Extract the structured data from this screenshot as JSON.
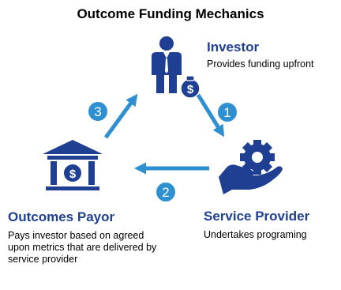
{
  "title": "Outcome Funding Mechanics",
  "investor": {
    "heading": "Investor",
    "description": "Provides funding upfront"
  },
  "service_provider": {
    "heading": "Service Provider",
    "description": "Undertakes programing"
  },
  "outcomes_payor": {
    "heading": "Outcomes Payor",
    "description": "Pays investor based on agreed upon metrics that are delivered by service provider"
  },
  "steps": [
    "1",
    "2",
    "3"
  ],
  "colors": {
    "heading": "#1f3f93",
    "icon": "#1f3f93",
    "arrow": "#2e8fd1",
    "badge": "#2e8fd1"
  },
  "icons": {
    "investor": "investor-person-money-bag-icon",
    "service_provider": "hand-gear-icon",
    "outcomes_payor": "bank-building-dollar-icon"
  }
}
